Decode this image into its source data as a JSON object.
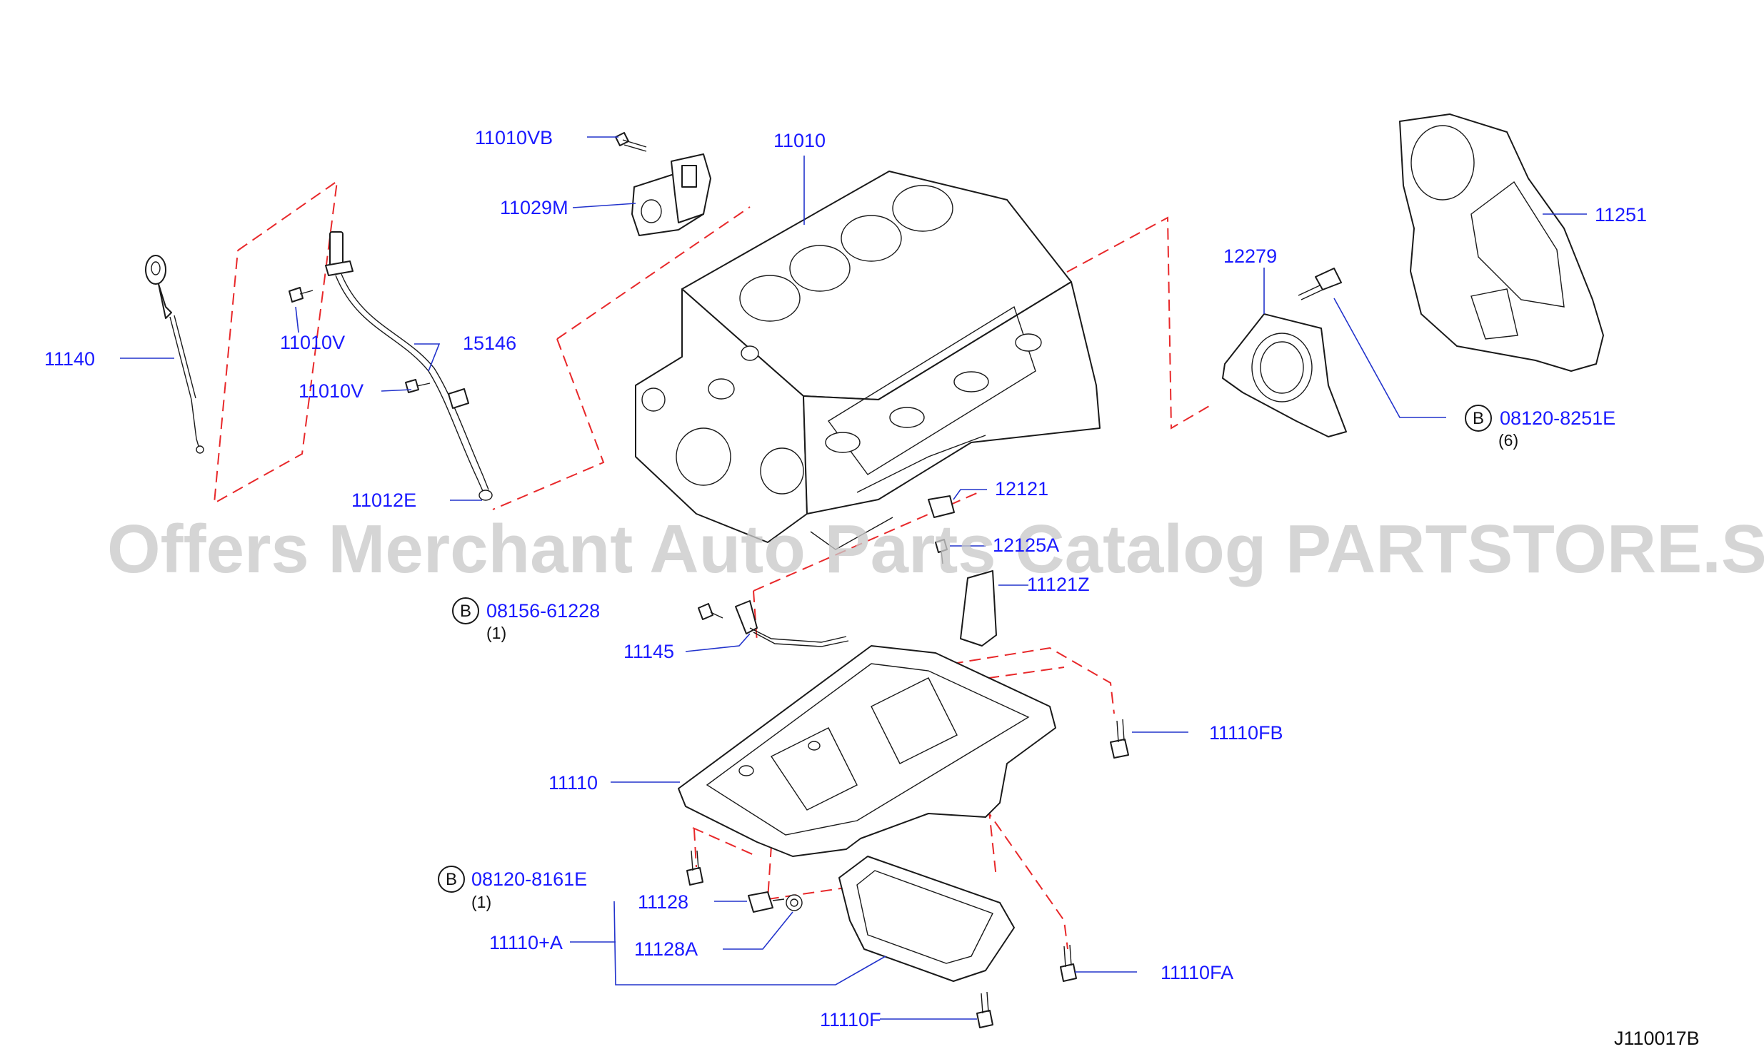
{
  "diagram": {
    "reference_code": "J110017B",
    "watermark": "Offers Merchant Auto Parts Catalog PARTSTORE.SA",
    "part_labels": {
      "p11010VB": "11010VB",
      "p11010": "11010",
      "p11029M": "11029M",
      "p11251": "11251",
      "p12279": "12279",
      "p11140": "11140",
      "p11010V_a": "11010V",
      "p15146": "15146",
      "p11010V_b": "11010V",
      "p11012E": "11012E",
      "p08120_8251E": "08120-8251E",
      "p12121": "12121",
      "p12125A": "12125A",
      "p11121Z": "11121Z",
      "p08156_61228": "08156-61228",
      "p11145": "11145",
      "p11110FB": "11110FB",
      "p11110": "11110",
      "p08120_8161E": "08120-8161E",
      "p11128": "11128",
      "p11110A": "11110+A",
      "p11128A": "11128A",
      "p11110FA": "11110FA",
      "p11110F": "11110F"
    },
    "quantities": {
      "q08120_8251E": "(6)",
      "q08156_61228": "(1)",
      "q08120_8161E": "(1)"
    },
    "bolt_marker": "B"
  }
}
